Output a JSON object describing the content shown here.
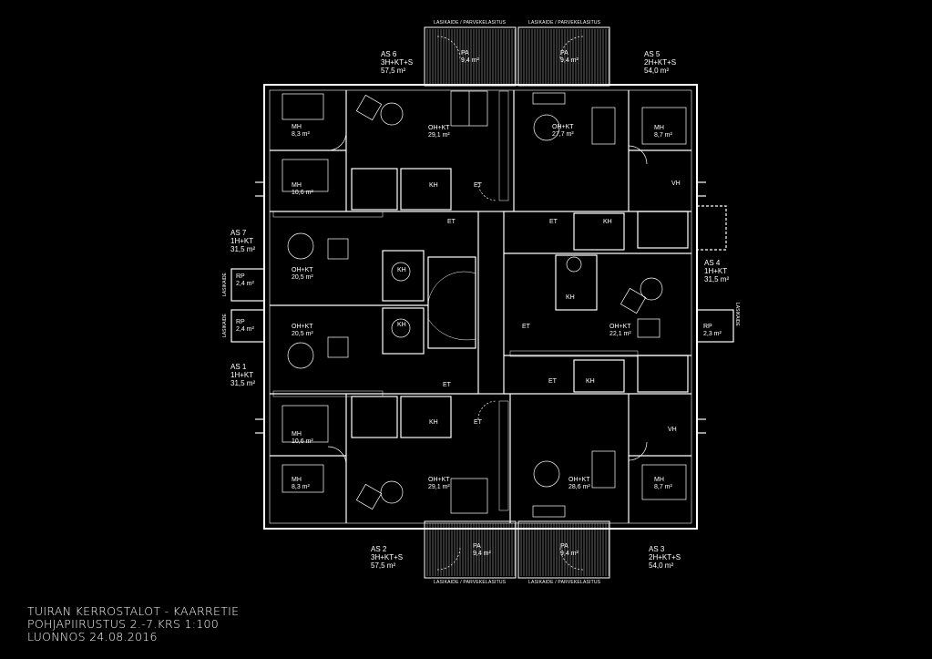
{
  "title_block": {
    "line1": "TUIRAN KERROSTALOT -   KAARRETIE",
    "line2": "POHJAPIIRUSTUS 2.-7.KRS   1:100",
    "line3": "LUONNOS 24.08.2016"
  },
  "strip_label": "LASIKAIDE / PARVEKELASITUS",
  "side_label": "LASIKAIDE",
  "apartments": {
    "as6": {
      "name": "AS 6",
      "type": "3H+KT+S",
      "area": "57,5 m²"
    },
    "as5": {
      "name": "AS 5",
      "type": "2H+KT+S",
      "area": "54,0 m²"
    },
    "as7": {
      "name": "AS 7",
      "type": "1H+KT",
      "area": "31,5 m²"
    },
    "as4": {
      "name": "AS 4",
      "type": "1H+KT",
      "area": "31,5 m²"
    },
    "as1": {
      "name": "AS 1",
      "type": "1H+KT",
      "area": "31,5 m²"
    },
    "as2": {
      "name": "AS 2",
      "type": "3H+KT+S",
      "area": "57,5 m²"
    },
    "as3": {
      "name": "AS 3",
      "type": "2H+KT+S",
      "area": "54,0 m²"
    }
  },
  "rooms": {
    "pa_tl": {
      "name": "PA",
      "area": "9,4 m²"
    },
    "pa_tr": {
      "name": "PA",
      "area": "9,4 m²"
    },
    "pa_bl": {
      "name": "PA",
      "area": "9,4 m²"
    },
    "pa_br": {
      "name": "PA",
      "area": "9,4 m²"
    },
    "mh_as6_a": {
      "name": "MH",
      "area": "8,3 m²"
    },
    "mh_as6_b": {
      "name": "MH",
      "area": "10,6 m²"
    },
    "ohkt_as6": {
      "name": "OH+KT",
      "area": "29,1 m²"
    },
    "ohkt_as5": {
      "name": "OH+KT",
      "area": "27,7 m²"
    },
    "mh_as5": {
      "name": "MH",
      "area": "8,7 m²"
    },
    "ohkt_as7": {
      "name": "OH+KT",
      "area": "20,5 m²"
    },
    "ohkt_as1": {
      "name": "OH+KT",
      "area": "20,5 m²"
    },
    "rp_as7": {
      "name": "RP",
      "area": "2,4 m²"
    },
    "rp_as1": {
      "name": "RP",
      "area": "2,4 m²"
    },
    "ohkt_as4": {
      "name": "OH+KT",
      "area": "22,1 m²"
    },
    "rp_as4": {
      "name": "RP",
      "area": "2,3 m²"
    },
    "mh_as2_a": {
      "name": "MH",
      "area": "10,6 m²"
    },
    "mh_as2_b": {
      "name": "MH",
      "area": "8,3 m²"
    },
    "ohkt_as2": {
      "name": "OH+KT",
      "area": "29,1 m²"
    },
    "ohkt_as3": {
      "name": "OH+KT",
      "area": "28,6 m²"
    },
    "mh_as3": {
      "name": "MH",
      "area": "8,7 m²"
    }
  },
  "small_labels": {
    "kh": "KH",
    "et": "ET",
    "vh": "VH"
  }
}
